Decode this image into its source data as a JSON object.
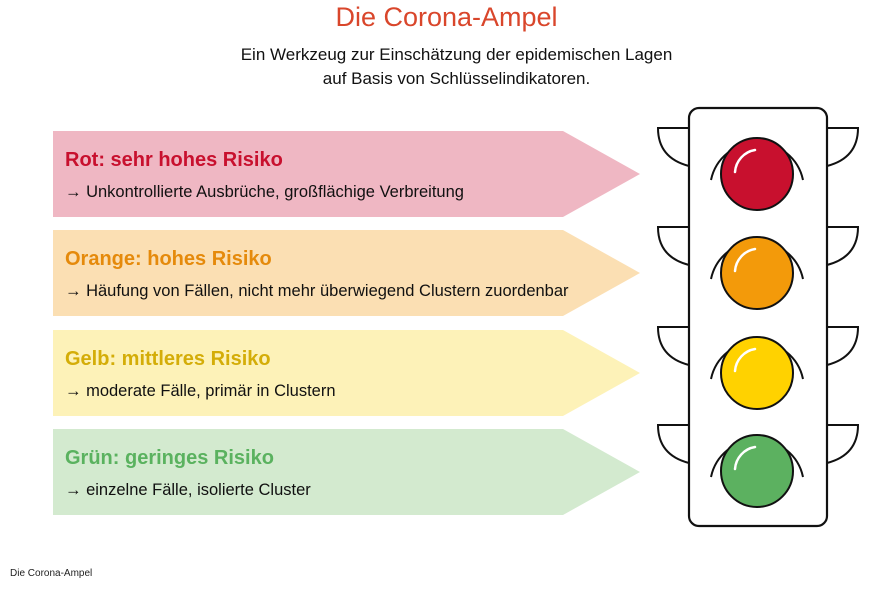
{
  "title": "Die Corona-Ampel",
  "subtitle": [
    "Ein Werkzeug zur Einschätzung der epidemischen Lagen",
    "auf Basis von Schlüsselindikatoren."
  ],
  "levels": [
    {
      "heading": "Rot: sehr hohes Risiko",
      "description": "→ Unkontrollierte Ausbrüche, großflächige Verbreitung",
      "bg_color": "#efb7c3",
      "text_color": "#c8102e",
      "lamp_color": "#c8102e"
    },
    {
      "heading": "Orange: hohes Risiko",
      "description": "→ Häufung von Fällen, nicht mehr überwiegend Clustern zuordenbar",
      "bg_color": "#fbdfb3",
      "text_color": "#e58a0b",
      "lamp_color": "#f39a0a"
    },
    {
      "heading": "Gelb: mittleres Risiko",
      "description": "→ moderate Fälle, primär in Clustern",
      "bg_color": "#fdf2b8",
      "text_color": "#d4ad08",
      "lamp_color": "#ffd200"
    },
    {
      "heading": "Grün: geringes Risiko",
      "description": "→ einzelne Fälle, isolierte Cluster",
      "bg_color": "#d3eacf",
      "text_color": "#5ab25f",
      "lamp_color": "#5cb160"
    }
  ],
  "footer": "Die Corona-Ampel"
}
